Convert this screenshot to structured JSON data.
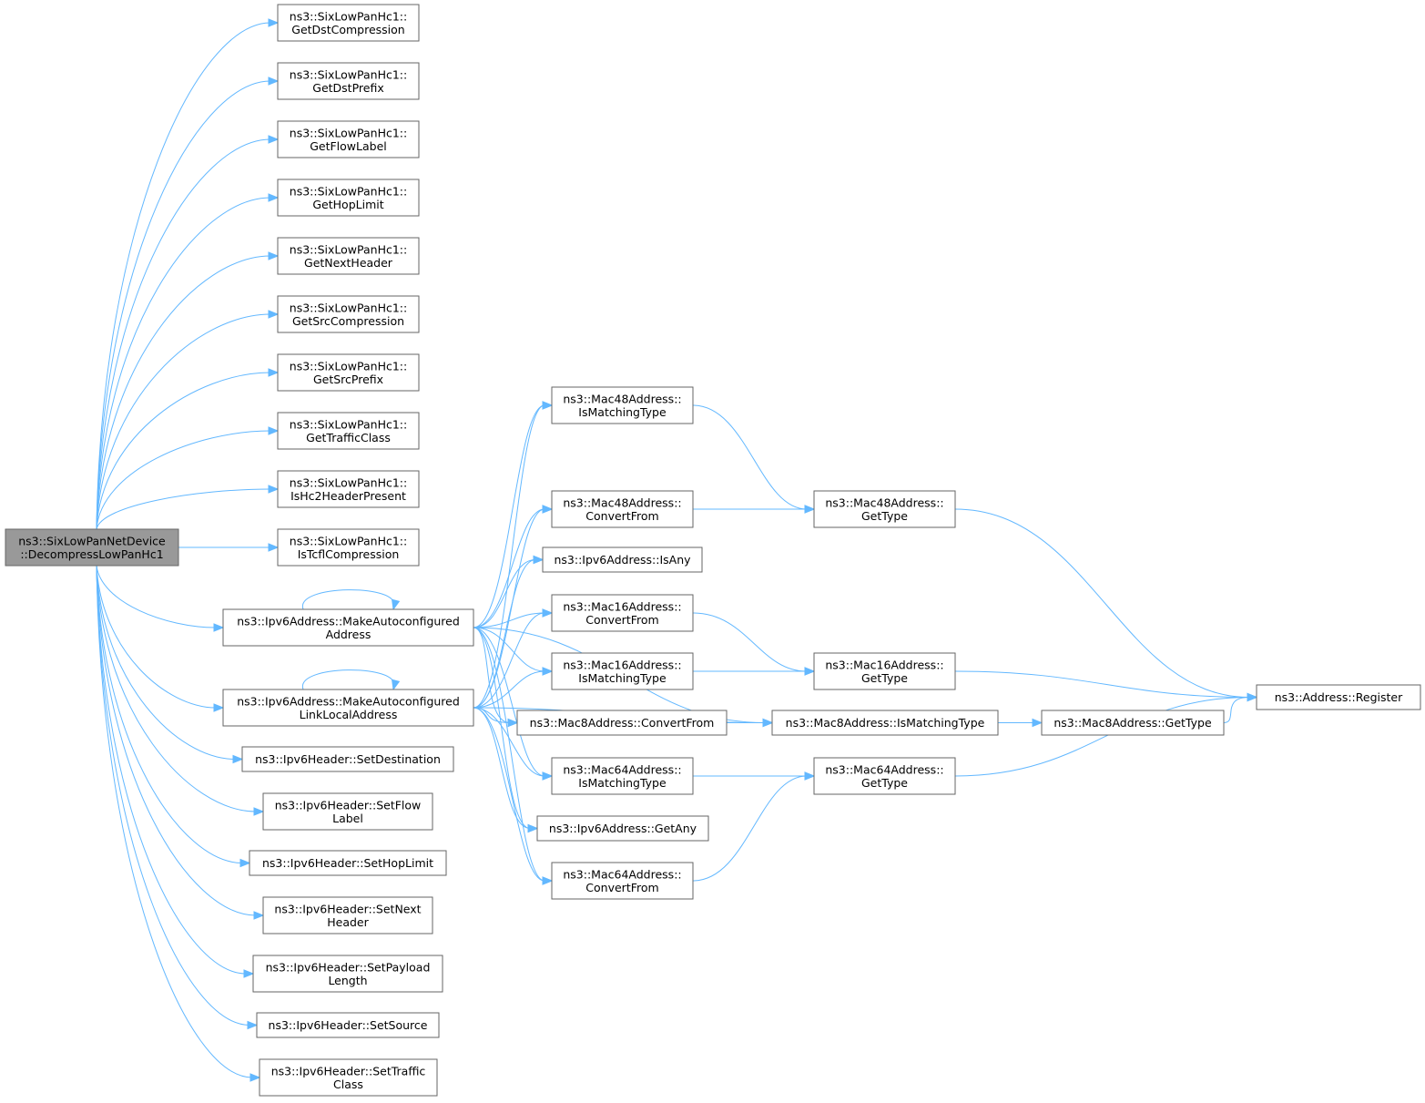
{
  "diagram": {
    "colors": {
      "edge": "#63b8ff",
      "node_border": "#666666",
      "root_fill": "#999999",
      "node_fill": "#ffffff"
    },
    "nodes": [
      {
        "id": "root",
        "lines": [
          "ns3::SixLowPanNetDevice",
          "::DecompressLowPanHc1"
        ],
        "root": true
      },
      {
        "id": "gdc",
        "lines": [
          "ns3::SixLowPanHc1::",
          "GetDstCompression"
        ]
      },
      {
        "id": "gdp",
        "lines": [
          "ns3::SixLowPanHc1::",
          "GetDstPrefix"
        ]
      },
      {
        "id": "gfl",
        "lines": [
          "ns3::SixLowPanHc1::",
          "GetFlowLabel"
        ]
      },
      {
        "id": "ghl",
        "lines": [
          "ns3::SixLowPanHc1::",
          "GetHopLimit"
        ]
      },
      {
        "id": "gnh",
        "lines": [
          "ns3::SixLowPanHc1::",
          "GetNextHeader"
        ]
      },
      {
        "id": "gsc",
        "lines": [
          "ns3::SixLowPanHc1::",
          "GetSrcCompression"
        ]
      },
      {
        "id": "gsp",
        "lines": [
          "ns3::SixLowPanHc1::",
          "GetSrcPrefix"
        ]
      },
      {
        "id": "gtc",
        "lines": [
          "ns3::SixLowPanHc1::",
          "GetTrafficClass"
        ]
      },
      {
        "id": "ihc2",
        "lines": [
          "ns3::SixLowPanHc1::",
          "IsHc2HeaderPresent"
        ]
      },
      {
        "id": "itc",
        "lines": [
          "ns3::SixLowPanHc1::",
          "IsTcflCompression"
        ]
      },
      {
        "id": "maa",
        "lines": [
          "ns3::Ipv6Address::MakeAutoconfigured",
          "Address"
        ]
      },
      {
        "id": "mall",
        "lines": [
          "ns3::Ipv6Address::MakeAutoconfigured",
          "LinkLocalAddress"
        ]
      },
      {
        "id": "sdst",
        "lines": [
          "ns3::Ipv6Header::SetDestination"
        ]
      },
      {
        "id": "sfl",
        "lines": [
          "ns3::Ipv6Header::SetFlow",
          "Label"
        ]
      },
      {
        "id": "shl",
        "lines": [
          "ns3::Ipv6Header::SetHopLimit"
        ]
      },
      {
        "id": "snh",
        "lines": [
          "ns3::Ipv6Header::SetNext",
          "Header"
        ]
      },
      {
        "id": "spl",
        "lines": [
          "ns3::Ipv6Header::SetPayload",
          "Length"
        ]
      },
      {
        "id": "ssrc",
        "lines": [
          "ns3::Ipv6Header::SetSource"
        ]
      },
      {
        "id": "stc",
        "lines": [
          "ns3::Ipv6Header::SetTraffic",
          "Class"
        ]
      },
      {
        "id": "m48im",
        "lines": [
          "ns3::Mac48Address::",
          "IsMatchingType"
        ]
      },
      {
        "id": "m48cf",
        "lines": [
          "ns3::Mac48Address::",
          "ConvertFrom"
        ]
      },
      {
        "id": "v6any",
        "lines": [
          "ns3::Ipv6Address::IsAny"
        ]
      },
      {
        "id": "m16cf",
        "lines": [
          "ns3::Mac16Address::",
          "ConvertFrom"
        ]
      },
      {
        "id": "m16im",
        "lines": [
          "ns3::Mac16Address::",
          "IsMatchingType"
        ]
      },
      {
        "id": "m8cf",
        "lines": [
          "ns3::Mac8Address::ConvertFrom"
        ]
      },
      {
        "id": "m64im",
        "lines": [
          "ns3::Mac64Address::",
          "IsMatchingType"
        ]
      },
      {
        "id": "v6getany",
        "lines": [
          "ns3::Ipv6Address::GetAny"
        ]
      },
      {
        "id": "m64cf",
        "lines": [
          "ns3::Mac64Address::",
          "ConvertFrom"
        ]
      },
      {
        "id": "m48gt",
        "lines": [
          "ns3::Mac48Address::",
          "GetType"
        ]
      },
      {
        "id": "m16gt",
        "lines": [
          "ns3::Mac16Address::",
          "GetType"
        ]
      },
      {
        "id": "m8im",
        "lines": [
          "ns3::Mac8Address::IsMatchingType"
        ]
      },
      {
        "id": "m64gt",
        "lines": [
          "ns3::Mac64Address::",
          "GetType"
        ]
      },
      {
        "id": "m8gt",
        "lines": [
          "ns3::Mac8Address::GetType"
        ]
      },
      {
        "id": "areg",
        "lines": [
          "ns3::Address::Register"
        ]
      }
    ],
    "edges": [
      [
        "root",
        "gdc"
      ],
      [
        "root",
        "gdp"
      ],
      [
        "root",
        "gfl"
      ],
      [
        "root",
        "ghl"
      ],
      [
        "root",
        "gnh"
      ],
      [
        "root",
        "gsc"
      ],
      [
        "root",
        "gsp"
      ],
      [
        "root",
        "gtc"
      ],
      [
        "root",
        "ihc2"
      ],
      [
        "root",
        "itc"
      ],
      [
        "root",
        "maa"
      ],
      [
        "root",
        "mall"
      ],
      [
        "root",
        "sdst"
      ],
      [
        "root",
        "sfl"
      ],
      [
        "root",
        "shl"
      ],
      [
        "root",
        "snh"
      ],
      [
        "root",
        "spl"
      ],
      [
        "root",
        "ssrc"
      ],
      [
        "root",
        "stc"
      ],
      [
        "maa",
        "maa"
      ],
      [
        "maa",
        "m48im"
      ],
      [
        "maa",
        "m48cf"
      ],
      [
        "maa",
        "v6any"
      ],
      [
        "maa",
        "m16cf"
      ],
      [
        "maa",
        "m16im"
      ],
      [
        "maa",
        "m8cf"
      ],
      [
        "maa",
        "m8im"
      ],
      [
        "maa",
        "m64im"
      ],
      [
        "maa",
        "v6getany"
      ],
      [
        "maa",
        "m64cf"
      ],
      [
        "mall",
        "mall"
      ],
      [
        "mall",
        "m48im"
      ],
      [
        "mall",
        "m48cf"
      ],
      [
        "mall",
        "v6any"
      ],
      [
        "mall",
        "m16cf"
      ],
      [
        "mall",
        "m16im"
      ],
      [
        "mall",
        "m8cf"
      ],
      [
        "mall",
        "m8im"
      ],
      [
        "mall",
        "m64im"
      ],
      [
        "mall",
        "v6getany"
      ],
      [
        "mall",
        "m64cf"
      ],
      [
        "m48im",
        "m48gt"
      ],
      [
        "m48cf",
        "m48gt"
      ],
      [
        "m16cf",
        "m16gt"
      ],
      [
        "m16im",
        "m16gt"
      ],
      [
        "m8cf",
        "m8im"
      ],
      [
        "m64im",
        "m64gt"
      ],
      [
        "m64cf",
        "m64gt"
      ],
      [
        "m8im",
        "m8gt"
      ],
      [
        "m48gt",
        "areg"
      ],
      [
        "m16gt",
        "areg"
      ],
      [
        "m8gt",
        "areg"
      ],
      [
        "m64gt",
        "areg"
      ]
    ]
  }
}
